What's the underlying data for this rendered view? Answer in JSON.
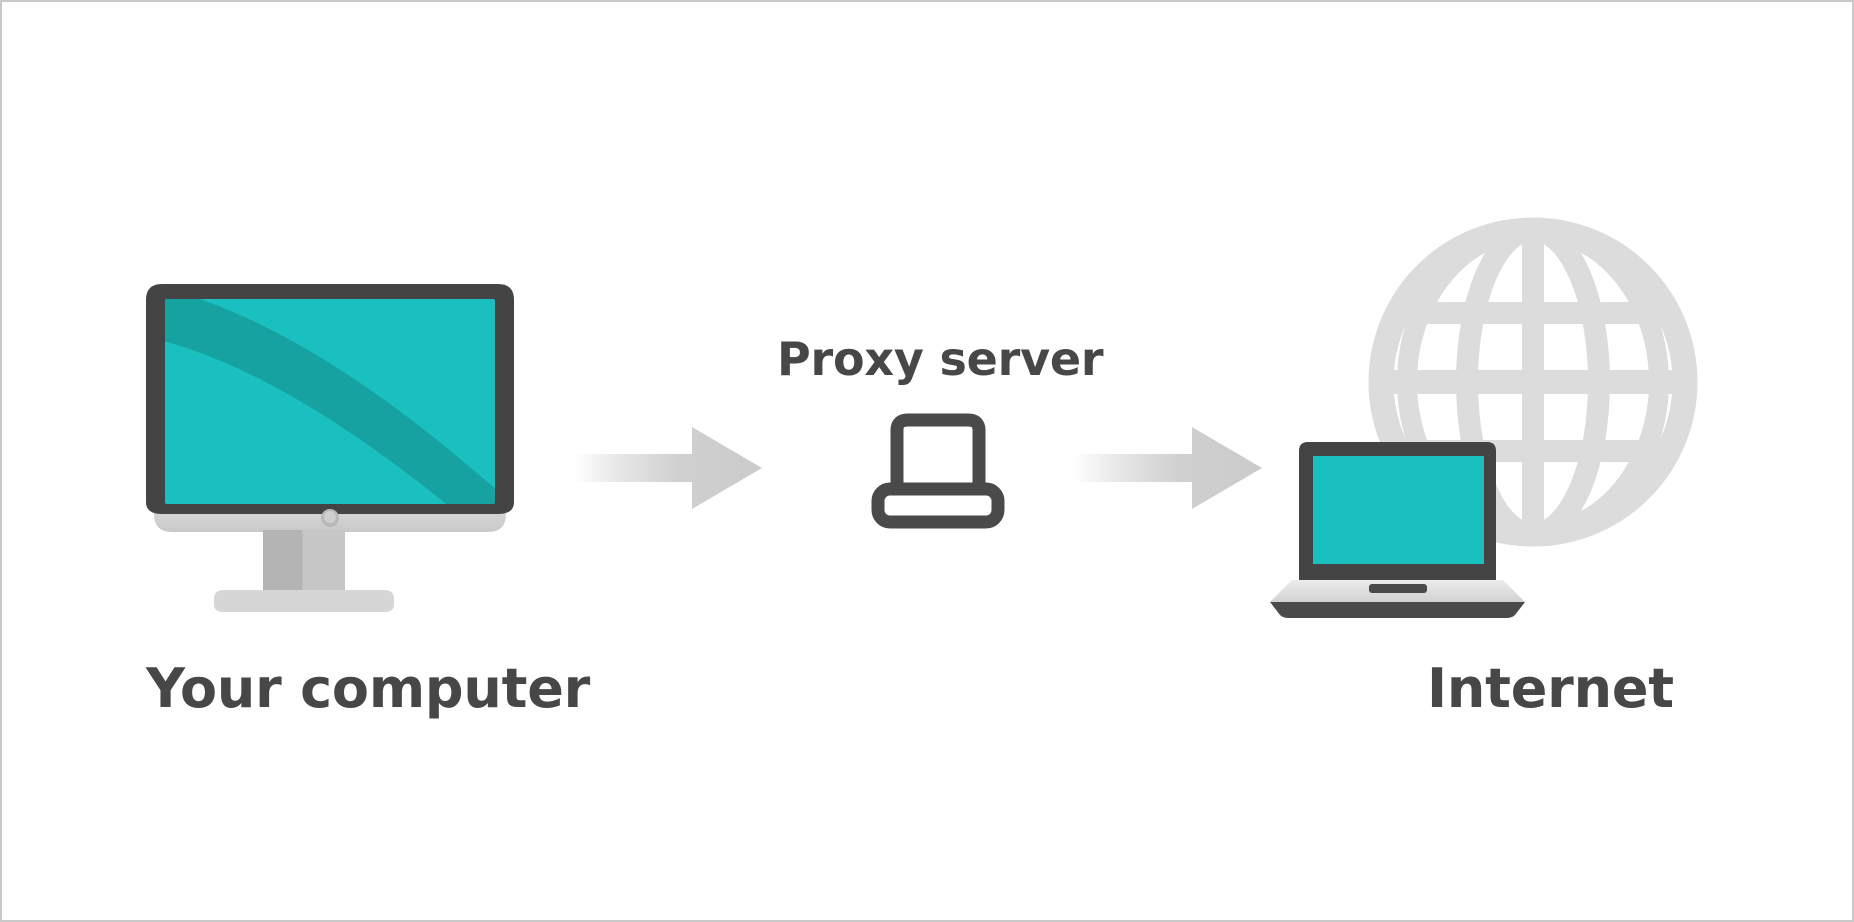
{
  "diagram": {
    "title": "Proxy server network flow",
    "type": "network-flow-diagram",
    "background_color": "#ffffff",
    "border_color": "#c9c9c9",
    "nodes": [
      {
        "id": "your-computer",
        "label": "Your computer",
        "icon": "desktop-monitor-icon",
        "label_position": "below",
        "accent_color": "#1ABFBF",
        "shade_color": "#179FA0",
        "frame_color": "#444444",
        "body_color": "#d4d4d4"
      },
      {
        "id": "proxy-server",
        "label": "Proxy server",
        "icon": "laptop-outline-icon",
        "label_position": "above",
        "accent_color": "#474747"
      },
      {
        "id": "internet",
        "label": "Internet",
        "icon": "globe-icon",
        "secondary_icon": "laptop-icon",
        "label_position": "below",
        "accent_color": "#1ABFBF",
        "globe_color": "#dcdcdc",
        "frame_color": "#444444"
      }
    ],
    "connectors": [
      {
        "id": "arrow-computer-to-proxy",
        "icon": "arrow-right-icon",
        "from": "your-computer",
        "to": "proxy-server",
        "color": "#cccccc",
        "direction": "right"
      },
      {
        "id": "arrow-proxy-to-internet",
        "icon": "arrow-right-icon",
        "from": "proxy-server",
        "to": "internet",
        "color": "#cccccc",
        "direction": "right"
      }
    ],
    "text_color": "#474747"
  }
}
